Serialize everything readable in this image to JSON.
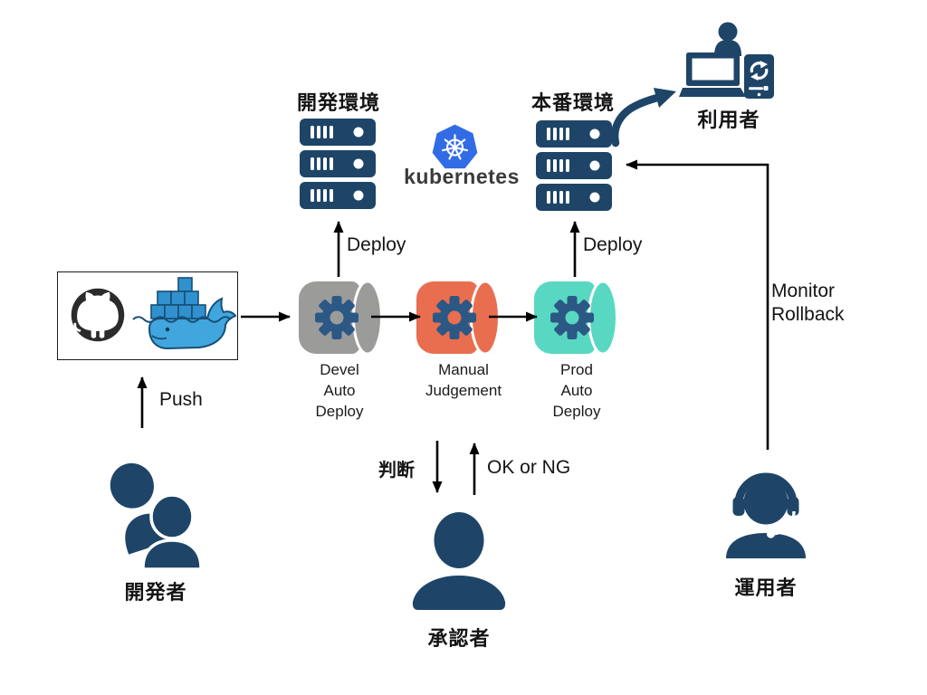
{
  "colors": {
    "navy": "#1E4568",
    "gear": "#2C5885",
    "arrow": "#000000",
    "k8s_blue": "#326CE5",
    "k8s_text": "#3B3B3D",
    "stage_devel": "#9B9B9A",
    "stage_manual": "#E96E50",
    "stage_prod": "#58D8C2",
    "docker_blue": "#41A6DE",
    "docker_dark": "#174F75",
    "docker_container": "#3190CE",
    "github_dark": "#2B2B2B"
  },
  "environments": {
    "dev": {
      "label": "開発環境"
    },
    "prod": {
      "label": "本番環境"
    }
  },
  "kubernetes": {
    "label": "kubernetes"
  },
  "pipeline": {
    "stages": [
      {
        "id": "devel-auto-deploy",
        "color": "#9B9B9A",
        "lines": [
          "Devel",
          "Auto",
          "Deploy"
        ]
      },
      {
        "id": "manual-judgement",
        "color": "#E96E50",
        "lines": [
          "Manual",
          "Judgement",
          ""
        ]
      },
      {
        "id": "prod-auto-deploy",
        "color": "#58D8C2",
        "lines": [
          "Prod",
          "Auto",
          "Deploy"
        ]
      }
    ]
  },
  "arrows": {
    "push": "Push",
    "deploy_dev": "Deploy",
    "deploy_prod": "Deploy",
    "judgement": "判断",
    "ok_or_ng": "OK or NG",
    "monitor": "Monitor",
    "rollback": "Rollback"
  },
  "actors": {
    "developers": {
      "label": "開発者"
    },
    "approver": {
      "label": "承認者"
    },
    "operator": {
      "label": "運用者"
    },
    "users": {
      "label": "利用者"
    }
  },
  "icons": {
    "github": "github-octocat-icon",
    "docker": "docker-whale-icon",
    "kubernetes": "kubernetes-wheel-icon",
    "server_stack": "server-stack-icon",
    "gear": "gear-icon",
    "developers": "two-person-icon",
    "approver": "person-icon",
    "operator": "person-headset-icon",
    "users": "person-devices-icon"
  }
}
